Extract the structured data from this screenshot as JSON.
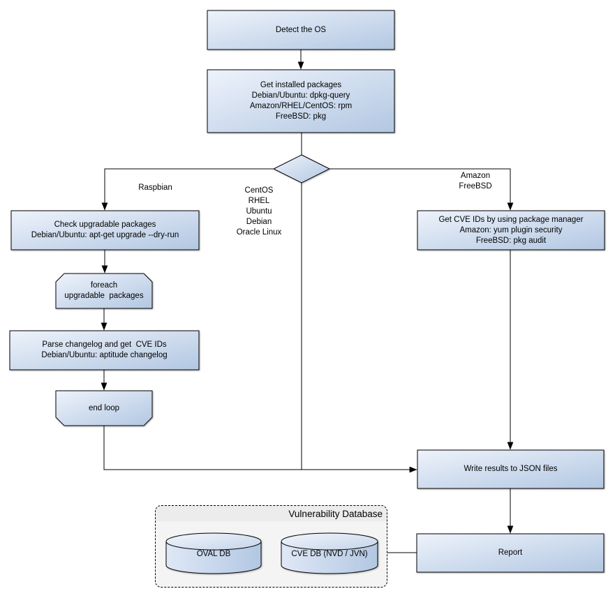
{
  "nodes": {
    "detect_os": {
      "label": "Detect the OS"
    },
    "get_installed_packages": {
      "label": "Get installed packages\nDebian/Ubuntu: dpkg-query\nAmazon/RHEL/CentOS: rpm\nFreeBSD: pkg"
    },
    "check_upgradable": {
      "label": "Check upgradable packages\nDebian/Ubuntu: apt-get upgrade --dry-run"
    },
    "foreach_loop": {
      "label": "foreach\nupgradable  packages"
    },
    "parse_changelog": {
      "label": "Parse changelog and get  CVE IDs\nDebian/Ubuntu: aptitude changelog"
    },
    "end_loop": {
      "label": "end loop"
    },
    "get_cve_ids": {
      "label": "Get CVE IDs by using package manager\nAmazon: yum plugin security\nFreeBSD: pkg audit"
    },
    "write_results": {
      "label": "Write results to JSON files"
    },
    "report": {
      "label": "Report"
    }
  },
  "branch_labels": {
    "left": "Raspbian",
    "middle": "CentOS\nRHEL\nUbuntu\nDebian\nOracle Linux",
    "right": "Amazon\nFreeBSD"
  },
  "database_group": {
    "title": "Vulnerability Database",
    "cylinders": [
      {
        "label": "OVAL DB"
      },
      {
        "label": "CVE DB (NVD / JVN)"
      }
    ]
  },
  "colors": {
    "node_gradient_start": "#eef3fb",
    "node_gradient_end": "#b2c7e2",
    "node_border": "#000000",
    "connector": "#000000",
    "group_fill": "#f4f4f4",
    "group_title_fill": "#ececec",
    "background": "#ffffff"
  }
}
